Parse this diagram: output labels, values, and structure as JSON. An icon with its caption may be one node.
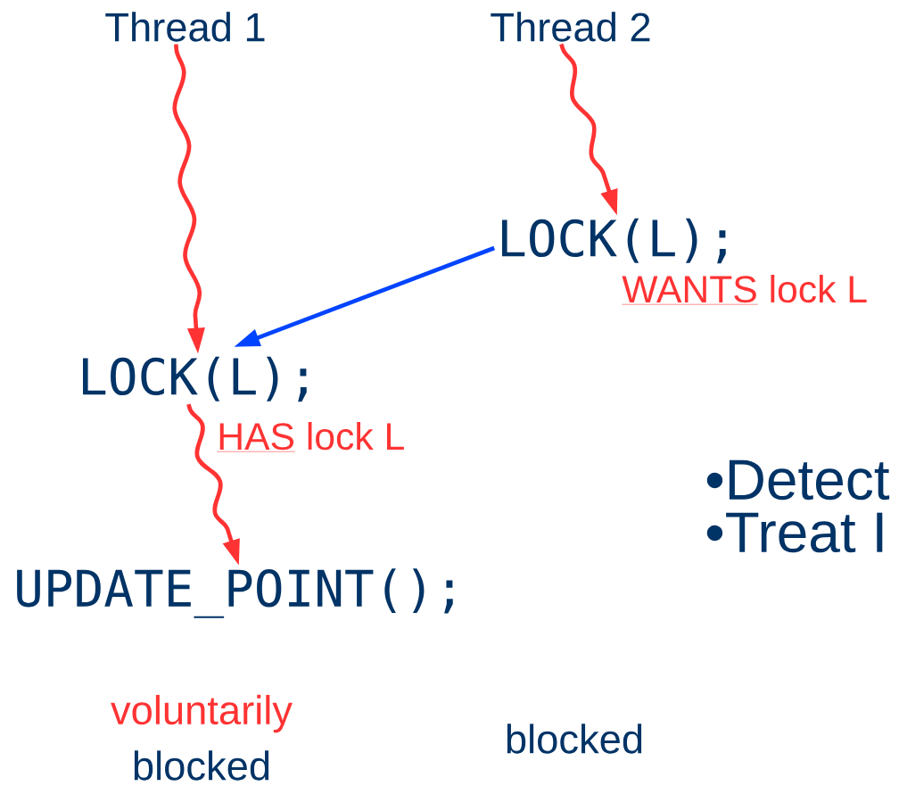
{
  "diagram": {
    "nodes": [
      {
        "text": [
          "Thread 1"
        ]
      },
      {
        "text": [
          "Thread 2"
        ]
      },
      {
        "text": [
          "LOCK(L);"
        ],
        "beside": [
          "WANTS",
          "lock L"
        ]
      },
      {
        "text": [
          "LOCK(L);"
        ],
        "beside": [
          "HAS",
          "lock L"
        ]
      },
      {
        "text": [
          "UPDATE_POINT();"
        ]
      }
    ],
    "edges": [
      {
        "from": 0,
        "to": 3,
        "arrow": "to"
      },
      {
        "from": 1,
        "to": 2,
        "arrow": "to"
      },
      {
        "from": 2,
        "to": 3,
        "arrow": "to",
        "color": "#0044ff"
      },
      {
        "from": 3,
        "to": 4,
        "arrow": "to"
      }
    ],
    "labels": [
      "voluntarily",
      "blocked",
      "blocked",
      "•Detect",
      "•Treat I"
    ]
  }
}
